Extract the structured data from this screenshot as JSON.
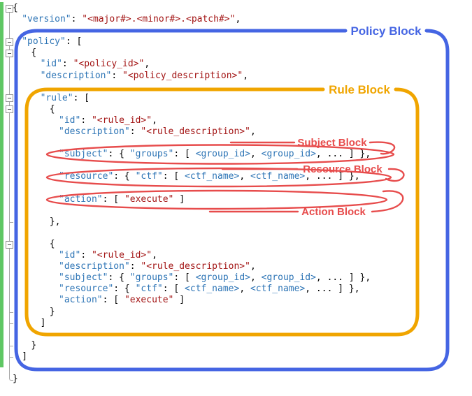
{
  "annotations": {
    "policy": {
      "label": "Policy Block",
      "color": "#4565E3"
    },
    "rule": {
      "label": "Rule Block",
      "color": "#F0A500"
    },
    "subject": {
      "label": "Subject Block",
      "color": "#E74C4C"
    },
    "resource": {
      "label": "Resource Block",
      "color": "#E74C4C"
    },
    "action": {
      "label": "Action Block",
      "color": "#E74C4C"
    }
  },
  "editor": {
    "syntax_colors": {
      "key": "#2E75B6",
      "string": "#A31515",
      "punct": "#000000"
    },
    "gutter": {
      "change_bar_color": "#5FC763",
      "fold_lines": [
        1,
        4,
        5,
        9,
        10,
        22
      ],
      "tick_lines": [
        20,
        28,
        29,
        31,
        32
      ]
    },
    "code_lines": [
      {
        "i": 0,
        "f": 1,
        "s": [
          [
            "p",
            "{"
          ]
        ]
      },
      {
        "i": 1,
        "s": [
          [
            "k",
            "\"version\""
          ],
          [
            "p",
            ": "
          ],
          [
            "s",
            "\"<major#>.<minor#>.<patch#>\""
          ],
          [
            "p",
            ","
          ]
        ]
      },
      {
        "i": 0,
        "s": []
      },
      {
        "i": 1,
        "f": 1,
        "s": [
          [
            "k",
            "\"policy\""
          ],
          [
            "p",
            ": ["
          ]
        ]
      },
      {
        "i": 2,
        "f": 1,
        "s": [
          [
            "p",
            "{"
          ]
        ]
      },
      {
        "i": 3,
        "s": [
          [
            "k",
            "\"id\""
          ],
          [
            "p",
            ": "
          ],
          [
            "s",
            "\"<policy_id>\""
          ],
          [
            "p",
            ","
          ]
        ]
      },
      {
        "i": 3,
        "s": [
          [
            "k",
            "\"description\""
          ],
          [
            "p",
            ": "
          ],
          [
            "s",
            "\"<policy_description>\""
          ],
          [
            "p",
            ","
          ]
        ]
      },
      {
        "i": 0,
        "s": []
      },
      {
        "i": 3,
        "f": 1,
        "s": [
          [
            "k",
            "\"rule\""
          ],
          [
            "p",
            ": ["
          ]
        ]
      },
      {
        "i": 4,
        "f": 1,
        "s": [
          [
            "p",
            "{"
          ]
        ]
      },
      {
        "i": 5,
        "s": [
          [
            "k",
            "\"id\""
          ],
          [
            "p",
            ": "
          ],
          [
            "s",
            "\"<rule_id>\""
          ],
          [
            "p",
            ","
          ]
        ]
      },
      {
        "i": 5,
        "s": [
          [
            "k",
            "\"description\""
          ],
          [
            "p",
            ": "
          ],
          [
            "s",
            "\"<rule_description>\""
          ],
          [
            "p",
            ","
          ]
        ]
      },
      {
        "i": 0,
        "s": []
      },
      {
        "i": 5,
        "s": [
          [
            "k",
            "\"subject\""
          ],
          [
            "p",
            ": { "
          ],
          [
            "k",
            "\"groups\""
          ],
          [
            "p",
            ": [ "
          ],
          [
            "k",
            "<group_id>"
          ],
          [
            "p",
            ", "
          ],
          [
            "k",
            "<group_id>"
          ],
          [
            "p",
            ", ... ] },"
          ]
        ]
      },
      {
        "i": 0,
        "s": []
      },
      {
        "i": 5,
        "s": [
          [
            "k",
            "\"resource\""
          ],
          [
            "p",
            ": { "
          ],
          [
            "k",
            "\"ctf\""
          ],
          [
            "p",
            ": [ "
          ],
          [
            "k",
            "<ctf_name>"
          ],
          [
            "p",
            ", "
          ],
          [
            "k",
            "<ctf_name>"
          ],
          [
            "p",
            ", ... ] },"
          ]
        ]
      },
      {
        "i": 0,
        "s": []
      },
      {
        "i": 5,
        "s": [
          [
            "k",
            "\"action\""
          ],
          [
            "p",
            ": [ "
          ],
          [
            "s",
            "\"execute\""
          ],
          [
            "p",
            " ]"
          ]
        ]
      },
      {
        "i": 0,
        "s": []
      },
      {
        "i": 4,
        "s": [
          [
            "p",
            "},"
          ]
        ]
      },
      {
        "i": 0,
        "s": []
      },
      {
        "i": 4,
        "f": 1,
        "s": [
          [
            "p",
            "{"
          ]
        ]
      },
      {
        "i": 5,
        "s": [
          [
            "k",
            "\"id\""
          ],
          [
            "p",
            ": "
          ],
          [
            "s",
            "\"<rule_id>\""
          ],
          [
            "p",
            ","
          ]
        ]
      },
      {
        "i": 5,
        "s": [
          [
            "k",
            "\"description\""
          ],
          [
            "p",
            ": "
          ],
          [
            "s",
            "\"<rule_description>\""
          ],
          [
            "p",
            ","
          ]
        ]
      },
      {
        "i": 5,
        "s": [
          [
            "k",
            "\"subject\""
          ],
          [
            "p",
            ": { "
          ],
          [
            "k",
            "\"groups\""
          ],
          [
            "p",
            ": [ "
          ],
          [
            "k",
            "<group_id>"
          ],
          [
            "p",
            ", "
          ],
          [
            "k",
            "<group_id>"
          ],
          [
            "p",
            ", ... ] },"
          ]
        ]
      },
      {
        "i": 5,
        "s": [
          [
            "k",
            "\"resource\""
          ],
          [
            "p",
            ": { "
          ],
          [
            "k",
            "\"ctf\""
          ],
          [
            "p",
            ": [ "
          ],
          [
            "k",
            "<ctf_name>"
          ],
          [
            "p",
            ", "
          ],
          [
            "k",
            "<ctf_name>"
          ],
          [
            "p",
            ", ... ] },"
          ]
        ]
      },
      {
        "i": 5,
        "s": [
          [
            "k",
            "\"action\""
          ],
          [
            "p",
            ": [ "
          ],
          [
            "s",
            "\"execute\""
          ],
          [
            "p",
            " ]"
          ]
        ]
      },
      {
        "i": 4,
        "s": [
          [
            "p",
            "}"
          ]
        ]
      },
      {
        "i": 3,
        "s": [
          [
            "p",
            "]"
          ]
        ]
      },
      {
        "i": 0,
        "s": []
      },
      {
        "i": 2,
        "s": [
          [
            "p",
            "}"
          ]
        ]
      },
      {
        "i": 1,
        "s": [
          [
            "p",
            "]"
          ]
        ]
      },
      {
        "i": 0,
        "s": []
      },
      {
        "i": 0,
        "s": [
          [
            "p",
            "}"
          ]
        ]
      }
    ]
  }
}
